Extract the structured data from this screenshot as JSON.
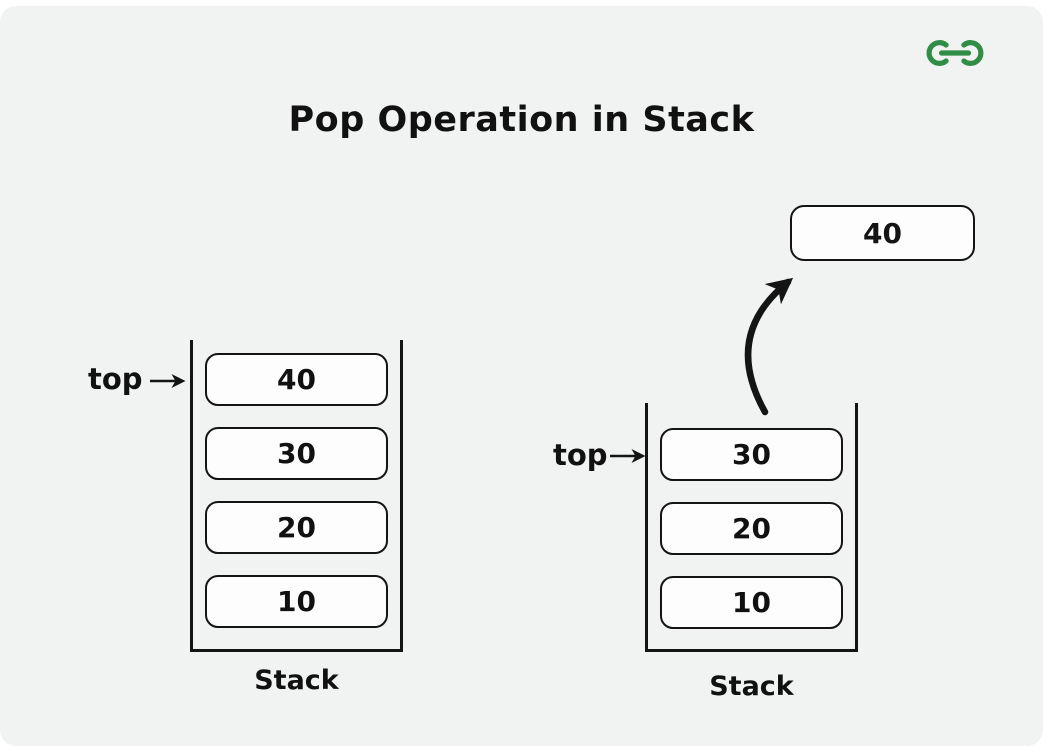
{
  "title": "Pop Operation in Stack",
  "popped": {
    "value": "40"
  },
  "left_stack": {
    "top_label": "top",
    "items": [
      "40",
      "30",
      "20",
      "10"
    ],
    "caption": "Stack"
  },
  "right_stack": {
    "top_label": "top",
    "items": [
      "30",
      "20",
      "10"
    ],
    "caption": "Stack"
  },
  "icons": {
    "logo": "geeksforgeeks-logo"
  },
  "colors": {
    "background": "#f1f2f2",
    "line": "#141414",
    "box_fill": "#fdfdfd",
    "logo_green": "#2f8d46"
  }
}
